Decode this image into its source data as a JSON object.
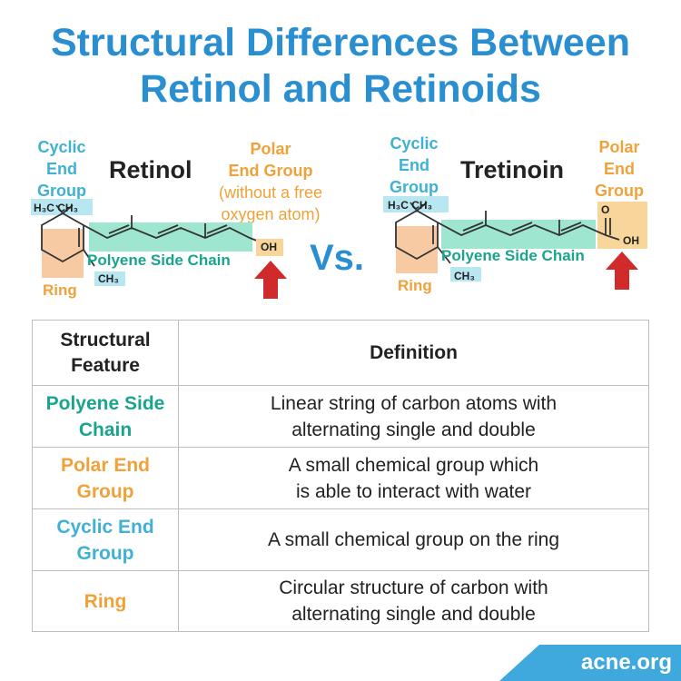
{
  "title": {
    "line1": "Structural Differences Between",
    "line2": "Retinol and Retinoids"
  },
  "colors": {
    "title_blue": "#2a8fd0",
    "cyan": "#3fb1d2",
    "orange": "#f0a23a",
    "green": "#19a48d",
    "red_arrow": "#d12a2a"
  },
  "retinol": {
    "name": "Retinol",
    "cyclic_end_group": [
      "Cyclic",
      "End",
      "Group"
    ],
    "polar_end_group": [
      "Polar",
      "End Group",
      "(without a free",
      "oxygen atom)"
    ],
    "methyl_pair": "H₃C  CH₃",
    "methyl": "CH₃",
    "polar_group": "OH",
    "polyene_label": "Polyene Side Chain",
    "ring_label": "Ring"
  },
  "vs": "Vs.",
  "tretinoin": {
    "name": "Tretinoin",
    "cyclic_end_group": [
      "Cyclic",
      "End",
      "Group"
    ],
    "polar_end_group": [
      "Polar",
      "End",
      "Group"
    ],
    "methyl_pair": "H₃C  CH₃",
    "methyl": "CH₃",
    "oxygen": "O",
    "polar_group": "OH",
    "polyene_label": "Polyene Side Chain",
    "ring_label": "Ring"
  },
  "table": {
    "headers": [
      [
        "Structural",
        "Feature"
      ],
      [
        "Definition"
      ]
    ],
    "rows": [
      {
        "feature": [
          "Polyene Side",
          "Chain"
        ],
        "definition": [
          "Linear string of carbon atoms with",
          "alternating single and double"
        ],
        "color": "green"
      },
      {
        "feature": [
          "Polar End",
          "Group"
        ],
        "definition": [
          "A small chemical group which",
          "is able to interact with water"
        ],
        "color": "orange"
      },
      {
        "feature": [
          "Cyclic End",
          "Group"
        ],
        "definition": [
          "A small chemical group on the ring"
        ],
        "color": "cyan"
      },
      {
        "feature": [
          "Ring"
        ],
        "definition": [
          "Circular structure of carbon with",
          "alternating single and double"
        ],
        "color": "orange"
      }
    ]
  },
  "footer": {
    "brand": "acne.org"
  }
}
